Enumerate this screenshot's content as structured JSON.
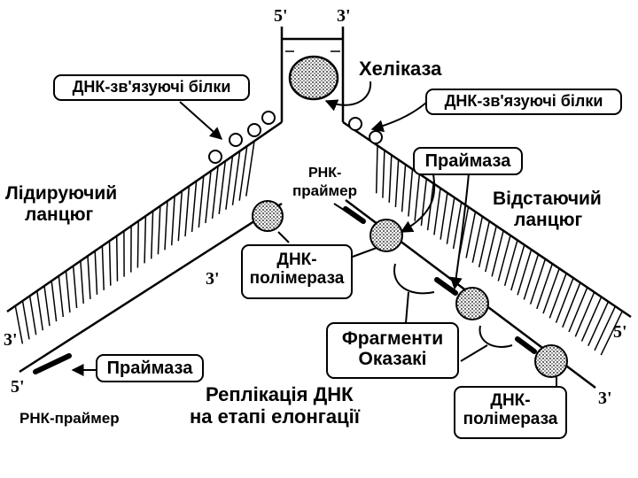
{
  "diagram": {
    "ends": {
      "top_left": "5'",
      "top_right": "3'",
      "left_mid": "3'",
      "left_bottom": "3'",
      "left_primer_end": "5'",
      "right_bottom_5": "5'",
      "right_bottom_3": "3'"
    },
    "labels": {
      "helicase": "Хеліказа",
      "ssb_left": "ДНК-зв'язуючі білки",
      "ssb_right": "ДНК-зв'язуючі білки",
      "leading_strand_line1": "Лідируючий",
      "leading_strand_line2": "ланцюг",
      "lagging_strand_line1": "Відстаючий",
      "lagging_strand_line2": "ланцюг",
      "rna_primer_top_line1": "РНК-",
      "rna_primer_top_line2": "праймер",
      "primase_top": "Праймаза",
      "dna_pol_left_line1": "ДНК-",
      "dna_pol_left_line2": "полімераза",
      "okazaki_line1": "Фрагменти",
      "okazaki_line2": "Оказакі",
      "primase_bottom": "Праймаза",
      "rna_primer_bottom": "РНК-праймер",
      "caption_line1": "Реплікація ДНК",
      "caption_line2": "на етапі елонгації",
      "dna_pol_right_line1": "ДНК-",
      "dna_pol_right_line2": "полімераза"
    }
  }
}
